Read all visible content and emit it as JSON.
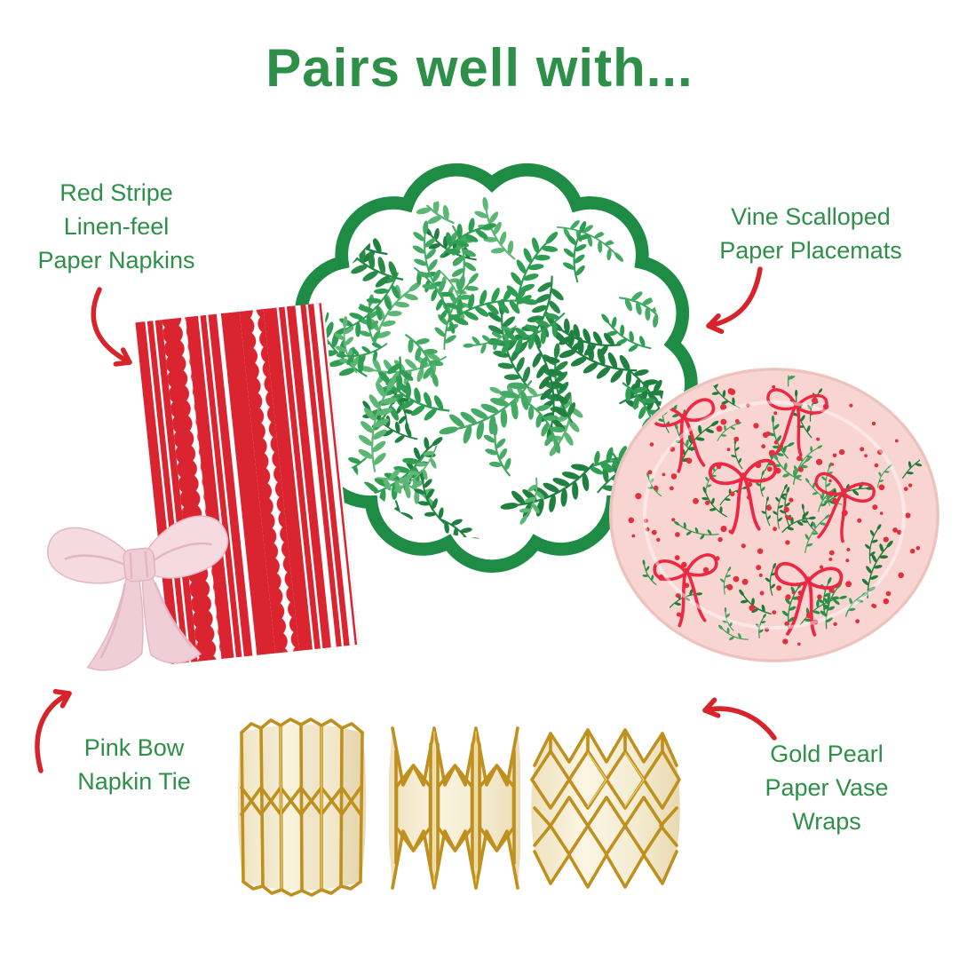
{
  "title": "Pairs well with...",
  "background": "#ffffff",
  "products": {
    "napkins": {
      "name": "Red Stripe Linen-feel Paper Napkins",
      "label_lines": [
        "Red Stripe",
        "Linen-feel",
        "Paper Napkins"
      ]
    },
    "placemats": {
      "name": "Vine Scalloped Paper Placemats",
      "label_lines": [
        "Vine Scalloped",
        "Paper Placemats"
      ]
    },
    "bow": {
      "name": "Pink Bow Napkin Tie",
      "label_lines": [
        "Pink Bow",
        "Napkin Tie"
      ]
    },
    "vase_wraps": {
      "name": "Gold Pearl Paper Vase Wraps",
      "label_lines": [
        "Gold Pearl",
        "Paper Vase",
        "Wraps"
      ]
    }
  },
  "icons": {
    "napkins_arrow": "curved-arrow-down-right",
    "placemats_arrow": "curved-arrow-down-left",
    "bow_arrow": "curved-arrow-up-right",
    "vase_wraps_arrow": "curved-arrow-up-left"
  },
  "colors": {
    "title_green": "#2e9048",
    "label_green": "#2e9048",
    "arrow_red": "#d8232b",
    "napkin_red": "#da2430",
    "placemat_border_green": "#1e8c44",
    "placemat_leaf_greens": [
      "#2f9e53",
      "#45aa64",
      "#1f8040",
      "#5cb674",
      "#278a46"
    ],
    "plate_pink": "#f8d5d1",
    "plate_leaf_greens": [
      "#2b8f45",
      "#1f7b38",
      "#3fa058"
    ],
    "berry_red": "#e2303c",
    "bow_ribbon_red": "#ee2742",
    "bow_pink": "#f5dae0",
    "vase_cream": "#f8f1da",
    "vase_gold": "#c0901f"
  }
}
